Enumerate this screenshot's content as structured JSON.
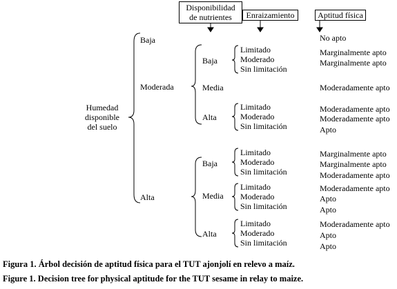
{
  "headers": {
    "nutrients": [
      "Disponibilidad",
      "de nutrientes"
    ],
    "rooting": "Enraizamiento",
    "aptitude": "Aptitud física"
  },
  "root": [
    "Humedad",
    "disponible",
    "del suelo"
  ],
  "moisture": {
    "low": "Baja",
    "moderate": "Moderada",
    "high": "Alta"
  },
  "nutrient_levels": {
    "low": "Baja",
    "medium": "Media",
    "high": "Alta"
  },
  "rooting_levels": {
    "limited": "Limitado",
    "moderate": "Moderado",
    "none": "Sin limitación"
  },
  "results": {
    "low": "No apto",
    "moderate_low": [
      "Marginalmente apto",
      "Marginalmente apto"
    ],
    "moderate_medium": "Moderadamente apto",
    "moderate_high": [
      "Moderadamente apto",
      "Moderadamente apto",
      "Apto"
    ],
    "high_low": [
      "Marginalmente apto",
      "Marginalmente apto",
      "Moderadamente apto"
    ],
    "high_medium": [
      "Moderadamente apto",
      "Apto",
      "Apto"
    ],
    "high_high": [
      "Moderadamente apto",
      "Apto",
      "Apto"
    ]
  },
  "captions": {
    "es": "Figura 1. Árbol decisión de aptitud física para el TUT ajonjolí en relevo a maíz.",
    "en": "Figure 1. Decision tree for physical aptitude for the TUT sesame in relay to maize."
  }
}
